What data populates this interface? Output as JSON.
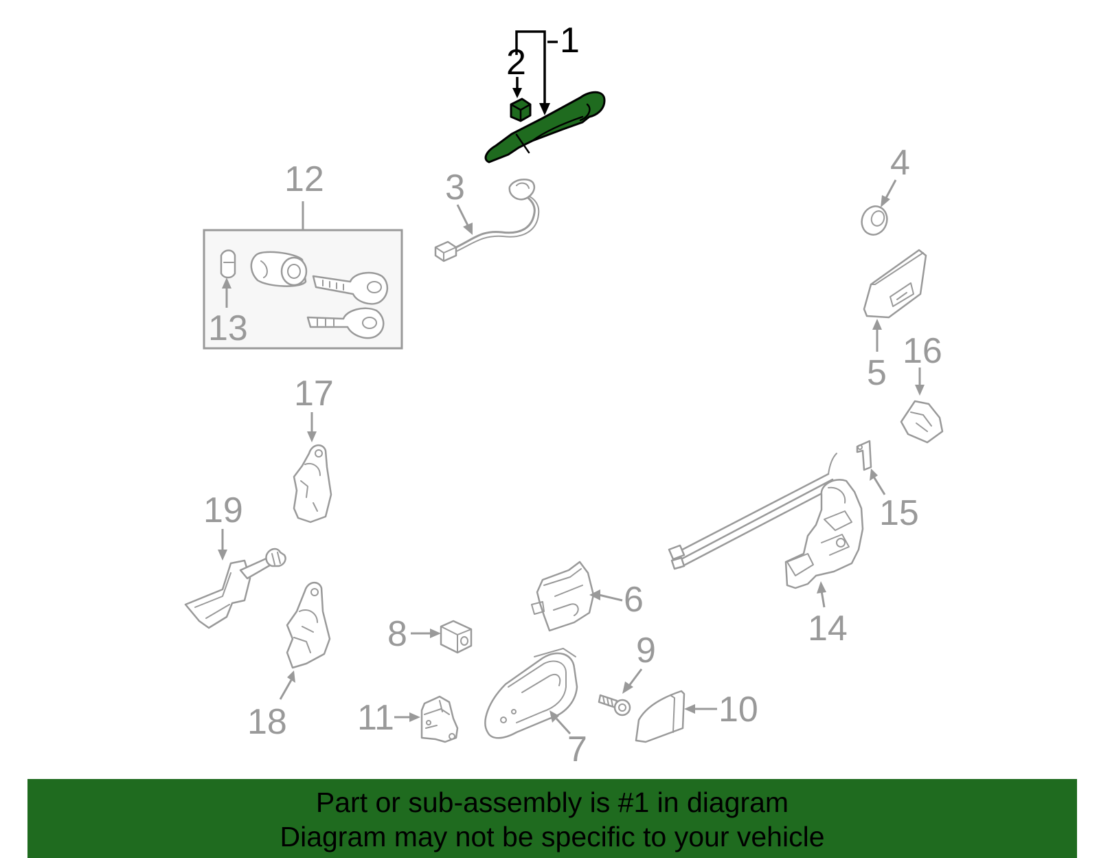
{
  "colors": {
    "highlight_green": "#1f6b1f",
    "part_gray": "#999999",
    "label_black": "#000000"
  },
  "callouts": {
    "c1": "1",
    "c2": "2",
    "c3": "3",
    "c4": "4",
    "c5": "5",
    "c6": "6",
    "c7": "7",
    "c8": "8",
    "c9": "9",
    "c10": "10",
    "c11": "11",
    "c12": "12",
    "c13": "13",
    "c14": "14",
    "c15": "15",
    "c16": "16",
    "c17": "17",
    "c18": "18",
    "c19": "19"
  },
  "banner": {
    "line1": "Part or sub-assembly is #1 in diagram",
    "line2": "Diagram may not be specific to your vehicle"
  }
}
